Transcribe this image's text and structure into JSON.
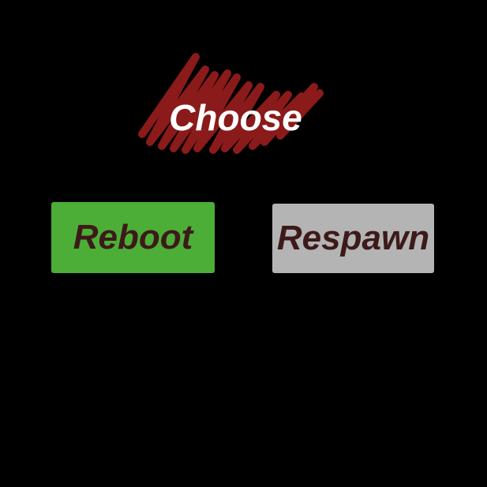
{
  "title": "Choose",
  "buttons": {
    "reboot": "Reboot",
    "respawn": "Respawn"
  },
  "colors": {
    "background": "#000000",
    "scribble": "#8b1a1a",
    "reboot_bg": "#4cae37",
    "respawn_bg": "#b4b4b4",
    "button_text": "#3d1a1a"
  }
}
